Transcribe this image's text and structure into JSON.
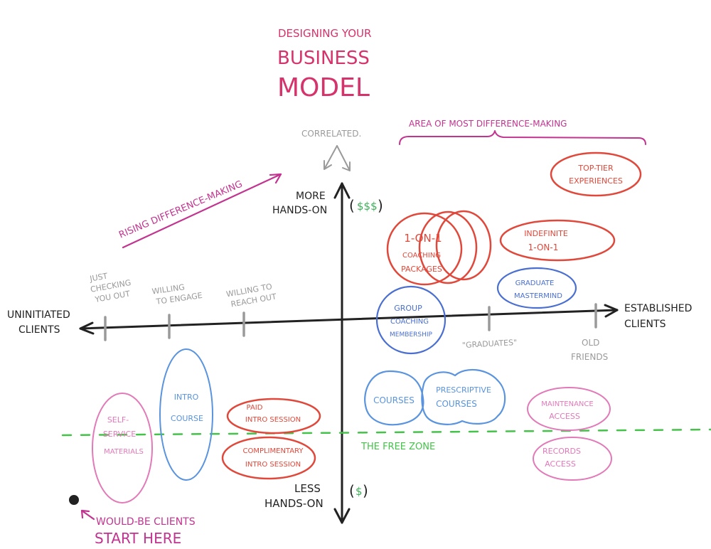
{
  "title": {
    "line1": "Designing your",
    "line2": "Business",
    "line3": "Model"
  },
  "correlated": "Correlated.",
  "area_label": "Area of most difference-making",
  "rising_label": "Rising difference-making",
  "axes": {
    "y_top": {
      "line1": "More",
      "line2": "Hands-on",
      "money": "$$$"
    },
    "y_bottom": {
      "line1": "Less",
      "line2": "Hands-on",
      "money": "$"
    },
    "x_left": {
      "line1": "Uninitiated",
      "line2": "Clients"
    },
    "x_right": {
      "line1": "Established",
      "line2": "Clients"
    }
  },
  "x_ticks": [
    {
      "lines": [
        "Just",
        "checking",
        "you out"
      ]
    },
    {
      "lines": [
        "Willing",
        "to engage"
      ]
    },
    {
      "lines": [
        "Willing to",
        "reach out"
      ]
    },
    {
      "lines": [
        "\"Graduates\""
      ]
    },
    {
      "lines": [
        "Old",
        "friends"
      ]
    }
  ],
  "offerings": {
    "top_tier": [
      "Top-Tier",
      "Experiences"
    ],
    "one_on_one": [
      "1-on-1",
      "Coaching",
      "Packages"
    ],
    "indefinite": [
      "Indefinite",
      "1-on-1"
    ],
    "graduate_mastermind": [
      "Graduate",
      "Mastermind"
    ],
    "group_coaching": [
      "Group",
      "Coaching",
      "Membership"
    ],
    "courses": [
      "Courses"
    ],
    "prescriptive_courses": [
      "Prescriptive",
      "Courses"
    ],
    "maintenance_access": [
      "Maintenance",
      "Access"
    ],
    "records_access": [
      "Records",
      "Access"
    ],
    "self_service": [
      "Self-",
      "Service",
      "Materials"
    ],
    "intro_course": [
      "Intro",
      "Course"
    ],
    "paid_intro": [
      "Paid",
      "Intro Session"
    ],
    "complimentary_intro": [
      "Complimentary",
      "Intro Session"
    ]
  },
  "free_zone": "The Free Zone",
  "start_note": {
    "line1": "Would-be clients",
    "line2": "Start here"
  },
  "colors": {
    "title_pink": "#d6336c",
    "magenta": "#c2348f",
    "ink": "#222222",
    "gray": "#9a9a9a",
    "red": "#e0483b",
    "blue": "#4a6fd1",
    "lightblue": "#5a93de",
    "pink": "#e27ab8",
    "green": "#45c24a",
    "money_green": "#3fae5a"
  }
}
